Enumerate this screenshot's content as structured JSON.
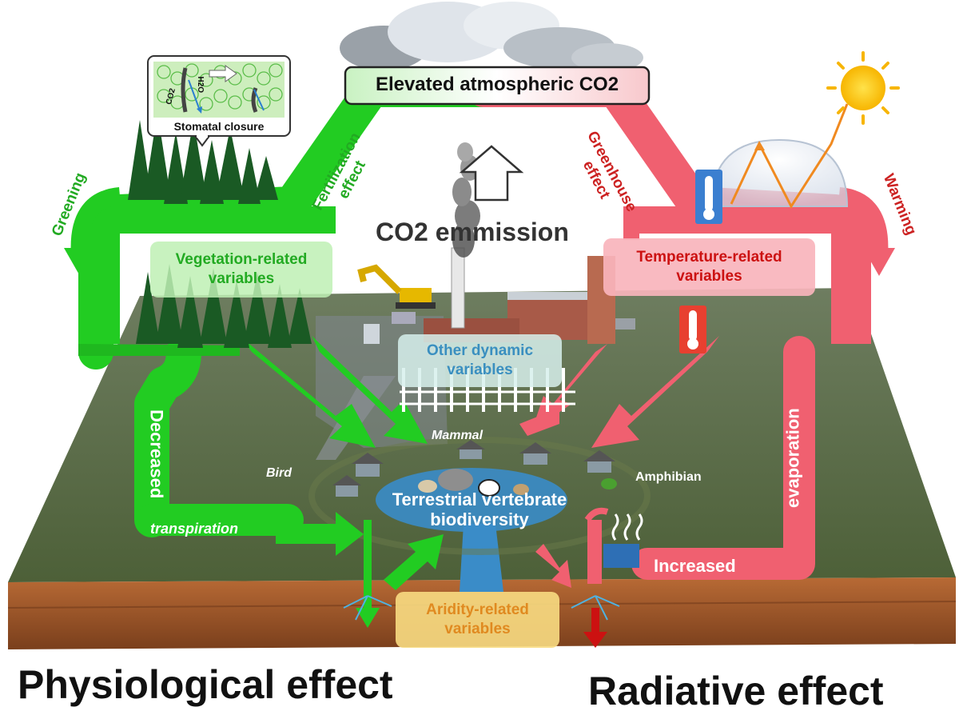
{
  "co2": {
    "title": "Elevated atmospheric CO2"
  },
  "inset": {
    "caption": "Stomatal closure",
    "co2_label": "CO2",
    "h2o_label": "H2O"
  },
  "effects": {
    "fertilization": [
      "Fertilization",
      "effect"
    ],
    "greenhouse": [
      "Greenhouse",
      "effect"
    ],
    "greening": "Greening",
    "warming": "Warming"
  },
  "emission": {
    "label": "CO2 emmission"
  },
  "boxes": {
    "vegetation": [
      "Vegetation-related",
      "variables"
    ],
    "temperature": [
      "Temperature-related",
      "variables"
    ],
    "other": [
      "Other dynamic",
      "variables"
    ],
    "aridity": [
      "Aridity-related",
      "variables"
    ]
  },
  "flows": {
    "decreased": "Decreased",
    "transpiration": "transpiration",
    "evaporation": "evaporation",
    "increased": "Increased"
  },
  "taxa": {
    "bird": "Bird",
    "mammal": "Mammal",
    "amphibian": "Amphibian"
  },
  "center": [
    "Terrestrial vertebrate",
    "biodiversity"
  ],
  "bottom": {
    "left": "Physiological effect",
    "right": "Radiative effect"
  },
  "colors": {
    "green": "#22cc22",
    "red": "#f06070",
    "grass": "#5e6e48",
    "soil": "#8a4a22",
    "text_green": "#22aa22",
    "text_red": "#cc2222",
    "text_blue": "#3a8fc0",
    "text_orange": "#e08a20"
  }
}
